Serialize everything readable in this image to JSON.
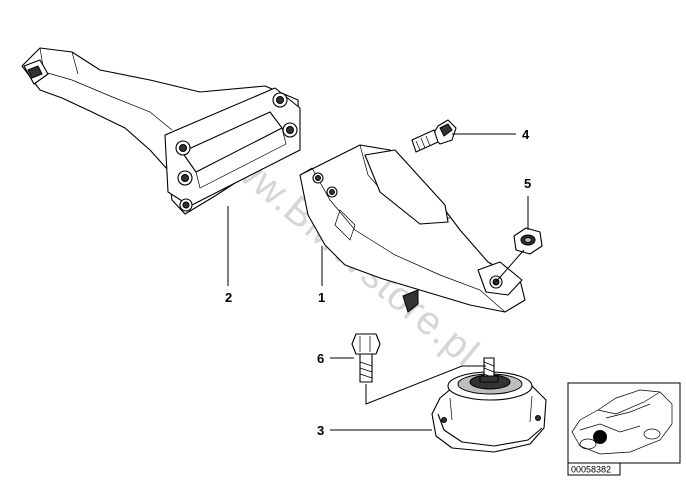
{
  "diagram": {
    "watermark": "www.BMWstore.pl",
    "reference_code": "00058382",
    "callouts": [
      {
        "id": "1",
        "label": "1"
      },
      {
        "id": "2",
        "label": "2"
      },
      {
        "id": "3",
        "label": "3"
      },
      {
        "id": "4",
        "label": "4"
      },
      {
        "id": "5",
        "label": "5"
      },
      {
        "id": "6",
        "label": "6"
      }
    ]
  }
}
